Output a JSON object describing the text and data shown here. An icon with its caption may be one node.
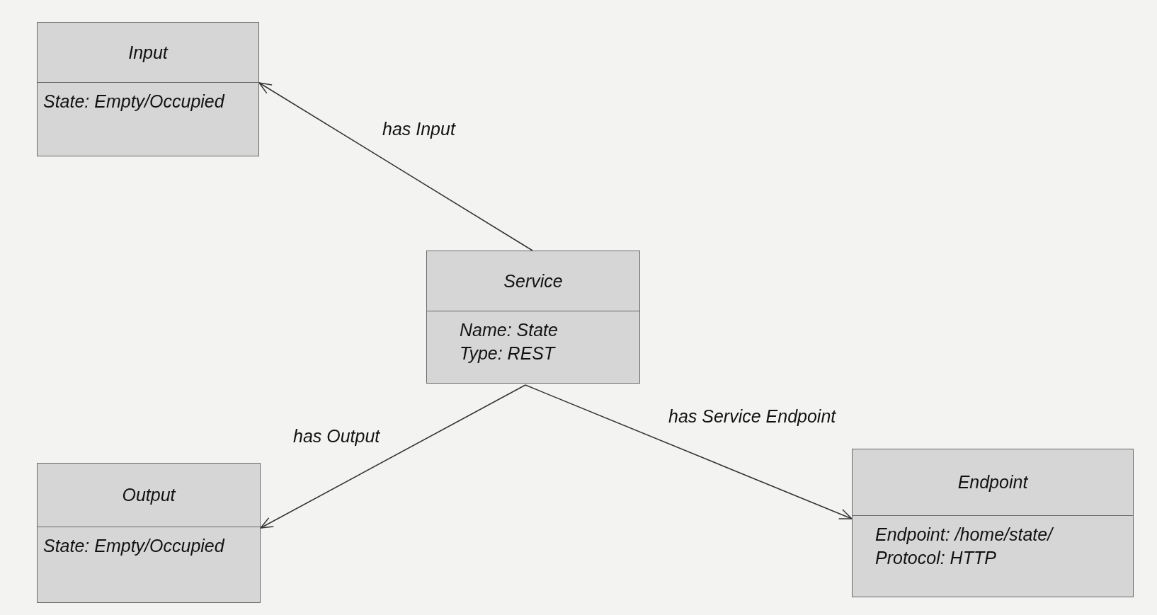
{
  "diagram": {
    "nodes": [
      {
        "text": [
          "Input",
          "State: Empty/Occupied"
        ]
      },
      {
        "text": [
          "Service",
          "Name: State",
          "Type: REST"
        ]
      },
      {
        "text": [
          "Output",
          "State: Empty/Occupied"
        ]
      },
      {
        "text": [
          "Endpoint",
          "Endpoint: /home/state/",
          "Protocol: HTTP"
        ]
      }
    ],
    "edges": [
      {
        "from": 1,
        "to": 0,
        "arrow": "to",
        "label": "has Input"
      },
      {
        "from": 1,
        "to": 2,
        "arrow": "to",
        "label": "has Output"
      },
      {
        "from": 1,
        "to": 3,
        "arrow": "to",
        "label": "has Service Endpoint"
      }
    ]
  }
}
